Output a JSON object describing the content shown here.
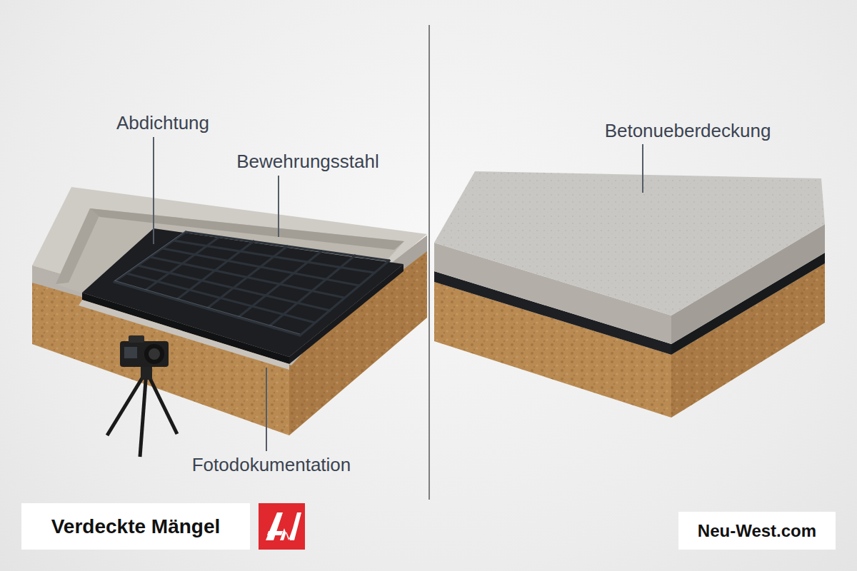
{
  "diagram": {
    "nodes": [
      {
        "text": [
          "Verdeckte Mängel"
        ]
      },
      {
        "text": [
          "Neu-West.com"
        ]
      }
    ],
    "labels": [
      "Abdichtung",
      "Bewehrungsstahl",
      "Fotodokumentation",
      "Betonueberdeckung"
    ]
  }
}
